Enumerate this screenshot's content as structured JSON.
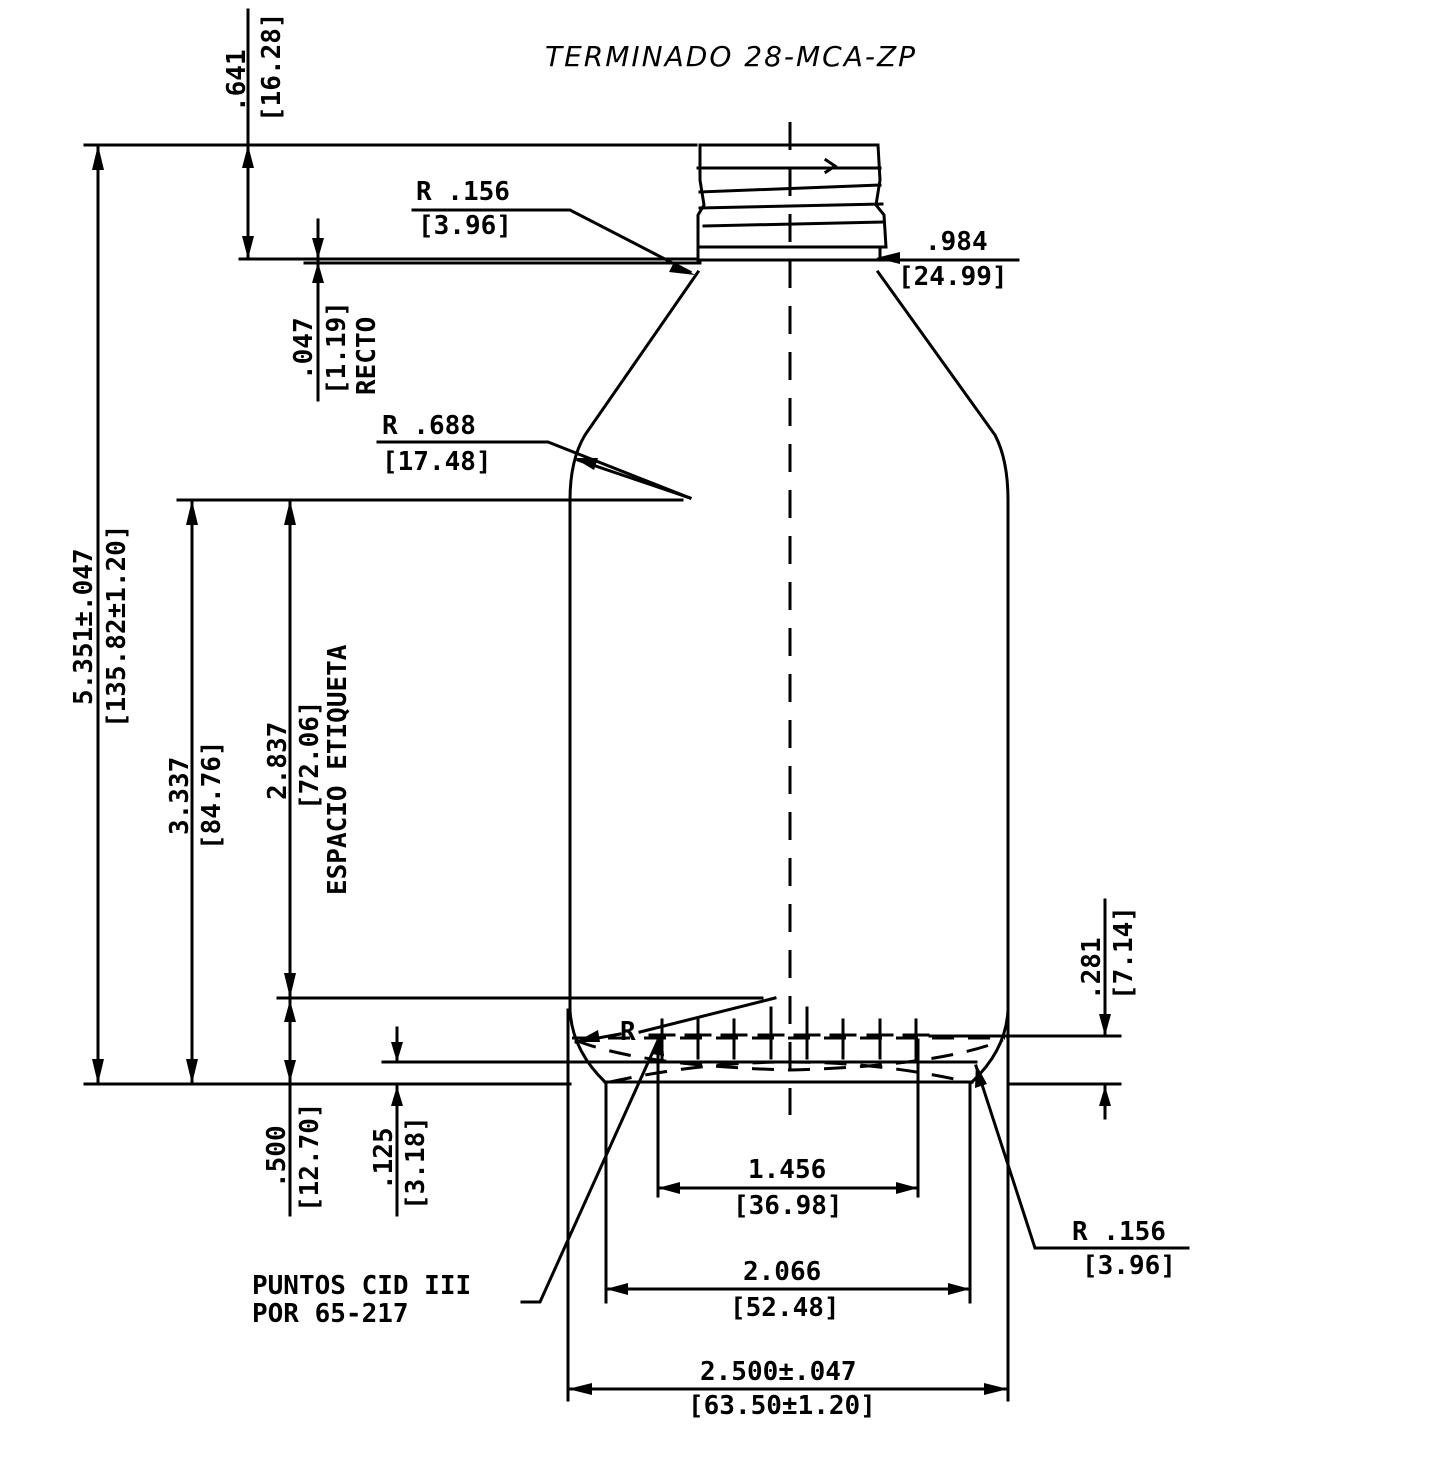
{
  "title": "TERMINADO 28-MCA-ZP",
  "dims": {
    "finish_height": ".641",
    "finish_height_mm": "[16.28]",
    "neck_radius": "R .156",
    "neck_radius_mm": "[3.96]",
    "neck_diameter": ".984",
    "neck_diameter_mm": "[24.99]",
    "straight": ".047",
    "straight_mm": "[1.19]",
    "straight_label": "RECTO",
    "shoulder_radius": "R .688",
    "shoulder_radius_mm": "[17.48]",
    "overall_height": "5.351±.047",
    "overall_height_mm": "[135.82±1.20]",
    "label_bottom_height": "3.337",
    "label_bottom_height_mm": "[84.76]",
    "label_space": "2.837",
    "label_space_mm": "[72.06]",
    "label_space_text": "ESPACIO ETIQUETA",
    "base_offset": ".281",
    "base_offset_mm": "[7.14]",
    "base_r": "R",
    "heel_height": ".500",
    "heel_height_mm": "[12.70]",
    "push_up": ".125",
    "push_up_mm": "[3.18]",
    "dots_span": "1.456",
    "dots_span_mm": "[36.98]",
    "heel_radius": "R .156",
    "heel_radius_mm": "[3.96]",
    "bearing_dia": "2.066",
    "bearing_dia_mm": "[52.48]",
    "body_dia": "2.500±.047",
    "body_dia_mm": "[63.50±1.20]",
    "note_line1": "PUNTOS CID III",
    "note_line2": "POR 65-217"
  }
}
